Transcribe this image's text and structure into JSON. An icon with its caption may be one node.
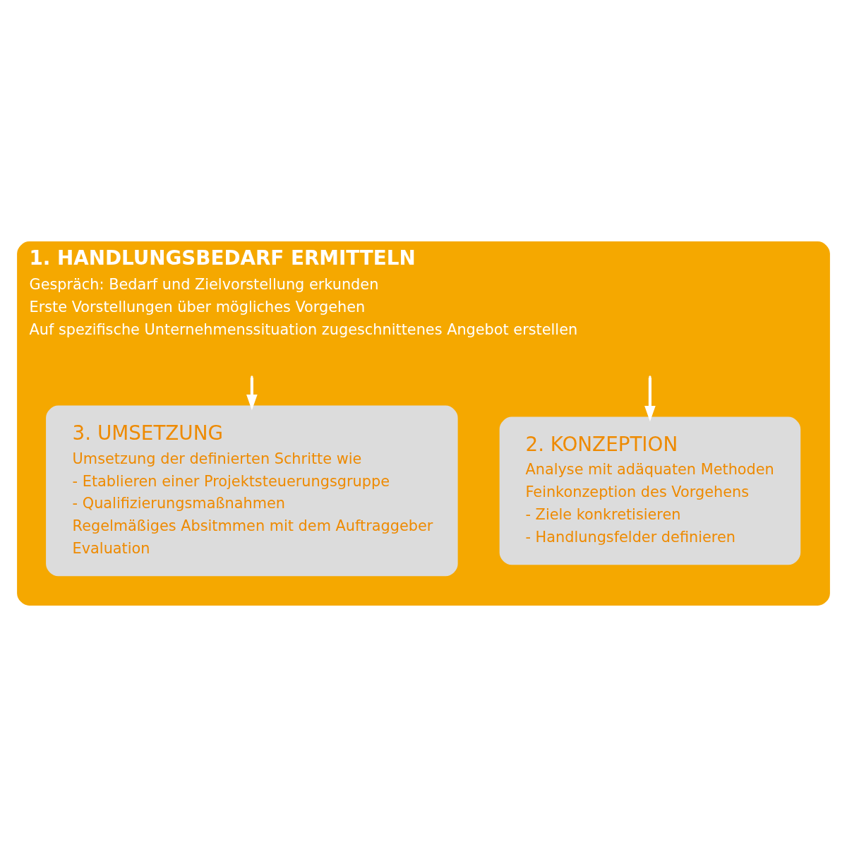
{
  "diagram": {
    "nodes": [
      {
        "text": [
          "1. HANDLUNGSBEDARF ERMITTELN",
          "Gespräch: Bedarf und Zielvorstellung erkunden",
          "Erste Vorstellungen über mögliches Vorgehen",
          "Auf spezifische Unternehmenssituation zugeschnittenes Angebot erstellen"
        ]
      },
      {
        "text": [
          "2. KONZEPTION",
          "Analyse mit adäquaten Methoden",
          "Feinkonzeption des Vorgehens",
          "- Ziele konkretisieren",
          "- Handlungsfelder definieren"
        ],
        "in": 0
      },
      {
        "text": [
          "3. UMSETZUNG",
          "Umsetzung der definierten Schritte wie",
          "- Etablieren einer Projektsteuerungsgruppe",
          "- Qualifizierungsmaßnahmen",
          "Regelmäßiges Absitmmen mit dem Auftraggeber",
          "Evaluation"
        ],
        "in": 0
      }
    ],
    "edges": [
      {
        "from": null,
        "to": 1,
        "arrow": "to"
      },
      {
        "from": null,
        "to": 2,
        "arrow": "to"
      }
    ]
  }
}
